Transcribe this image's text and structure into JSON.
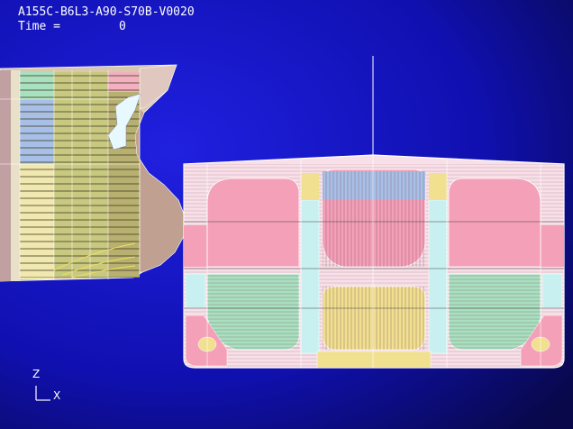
{
  "header": {
    "case_id": "A155C-B6L3-A90-S70B-V0020",
    "time_label": "Time =",
    "time_value": "0"
  },
  "axes": {
    "vertical": "Z",
    "horizontal": "X"
  },
  "colors": {
    "background_top": "#1010c0",
    "background_bottom": "#0a0a50",
    "hull_outline": "#ffffff",
    "tank_pink": "#f4a0b8",
    "tank_blue": "#a8c0e8",
    "tank_green": "#a8e0c0",
    "tank_yellow": "#f0e090",
    "structure_light": "#f8e0e8",
    "side_elevation_olive": "#c8c880"
  },
  "icons": {
    "axis_triad": "xz-axis-triad-icon"
  }
}
